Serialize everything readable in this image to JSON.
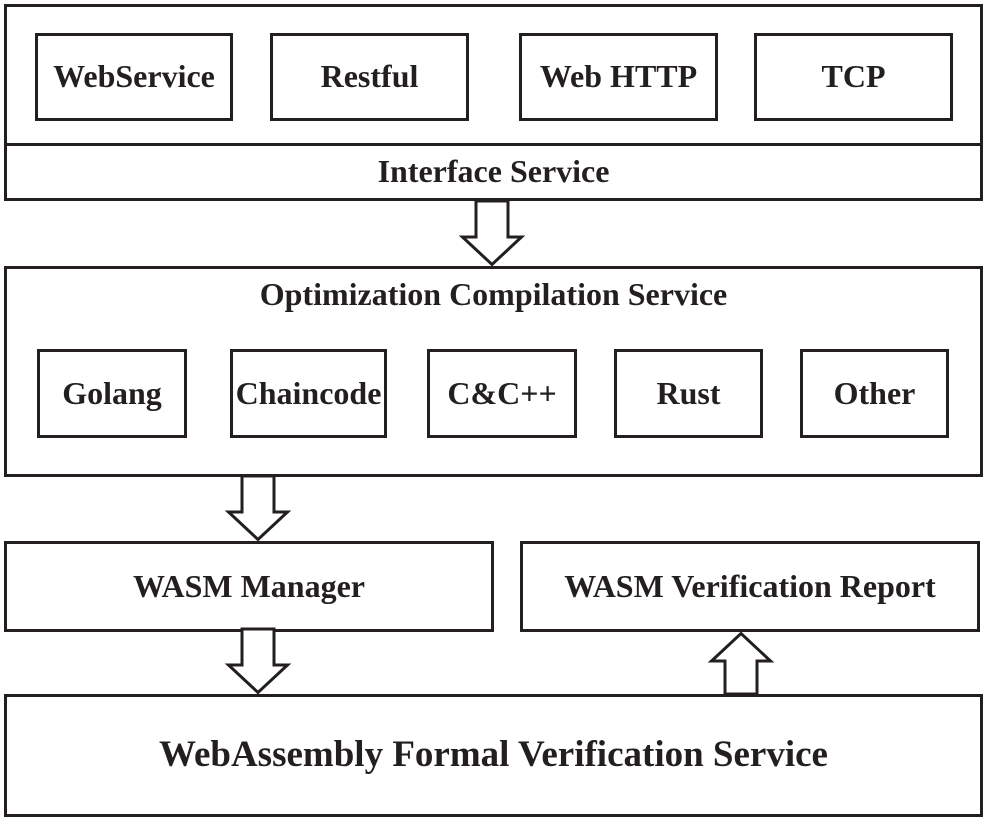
{
  "diagram": {
    "interface_layer": {
      "protocols": [
        "WebService",
        "Restful",
        "Web HTTP",
        "TCP"
      ],
      "label": "Interface Service"
    },
    "compilation_layer": {
      "title": "Optimization Compilation Service",
      "languages": [
        "Golang",
        "Chaincode",
        "C&C++",
        "Rust",
        "Other"
      ]
    },
    "wasm_manager_label": "WASM Manager",
    "wasm_verification_report_label": "WASM Verification Report",
    "verification_service_label": "WebAssembly Formal Verification Service"
  },
  "colors": {
    "line": "#231f20",
    "background": "#ffffff"
  }
}
